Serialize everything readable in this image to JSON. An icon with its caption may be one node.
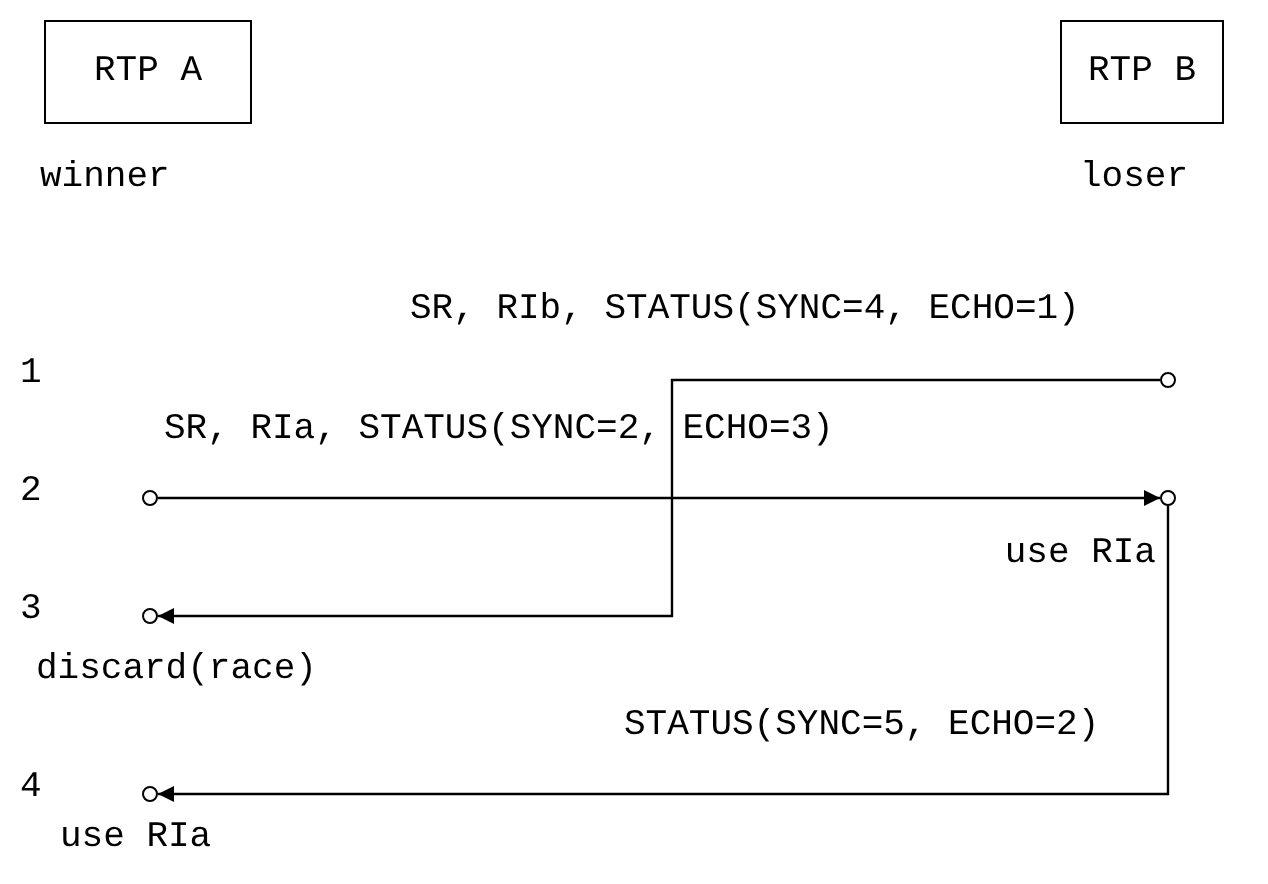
{
  "diagram": {
    "nodes": [
      {
        "text": [
          "RTP A"
        ],
        "beside": [
          "winner"
        ]
      },
      {
        "text": [
          "RTP B"
        ],
        "beside": [
          "loser"
        ]
      },
      {
        "text": [],
        "shape": "circle"
      },
      {
        "text": [],
        "shape": "circle"
      },
      {
        "text": [],
        "shape": "circle",
        "beside": [
          "use RIa"
        ]
      },
      {
        "text": [],
        "shape": "circle",
        "beside": [
          "discard(race)"
        ]
      },
      {
        "text": [],
        "shape": "circle",
        "beside": [
          "use RIa"
        ]
      }
    ],
    "edges": [
      {
        "from": 2,
        "to": 5,
        "arrow": "to",
        "label": "SR, RIb, STATUS(SYNC=4, ECHO=1)"
      },
      {
        "from": 3,
        "to": 4,
        "arrow": "to",
        "label": "SR, RIa, STATUS(SYNC=2, ECHO=3)"
      },
      {
        "from": 4,
        "to": 6,
        "arrow": "to",
        "label": "STATUS(SYNC=5, ECHO=2)"
      }
    ],
    "labels": [
      "1",
      "2",
      "3",
      "4"
    ]
  }
}
